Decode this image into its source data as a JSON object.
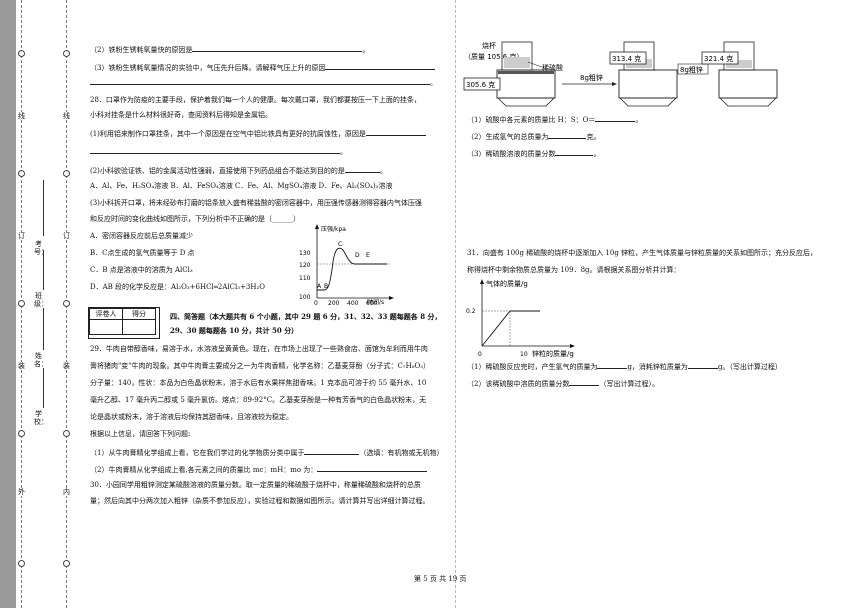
{
  "binding": {
    "outer_labels": {
      "xian": "线",
      "ding": "订",
      "zhuang": "装",
      "wai": "外",
      "dots": "○"
    },
    "inner_labels": {
      "xian": "线",
      "ding": "订",
      "zhuang": "装",
      "nei": "内"
    },
    "fields": {
      "kaohao": "考号：",
      "banji": "班级：",
      "xingming": "姓名：",
      "xuexiao": "学校："
    }
  },
  "left": {
    "q27_2": "（2）铁粉生锈耗氧量快的原因是",
    "q27_3": "（3）铁粉生锈耗氧量情况的实验中，气压先升后降。请解释气压上升的原因",
    "q28_l1": "28．口罩作为防疫的主要手段，保护着我们每一个人的健康。每次戴口罩，我们都要按压一下上面的挂条，",
    "q28_l2": "小科对挂条是什么材料很好奇，查阅资料后得知是金属铝。",
    "q28_1": "(1)利用铝来制作口罩挂条，其中一个原因是在空气中铝比铁具有更好的抗腐蚀性，原因是",
    "q28_2": "(2)小科欲验证铁、铝的金属活动性强弱，直接使用下列药品组合不能达到目的的是",
    "q28_2_opts": "A．Al、Fe、H₂SO₄溶液        B．Al、FeSO₄溶液        C．Fe、Al、MgSO₄溶液        D．Fe、Al₂(SO₄)₃溶液",
    "q28_3_l1": "(3)小科拆开口罩，将未经砂布打磨的铝条放入盛有稀盐酸的密闭容器中，用压强传感器测得容器内气体压强",
    "q28_3_l2": "和反应时间的变化曲线如图所示，下列分析中不正确的是（______）",
    "optA": "A．密闭容器反应前后总质量减少",
    "optB": "B．C点生成的氢气质量等于 D 点",
    "optC": "C．B 点是溶液中的溶质为 AlCl₃",
    "optD": "D．AB 段的化学反应是：Al₂O₃+6HCl═2AlCl₃+3H₂O",
    "score_table": {
      "h1": "评卷人",
      "h2": "得分"
    },
    "section_title_1": "四、简答题（本大题共有 6 个小题，其中 29 题 6 分，31、32、33 题每题各 8 分，",
    "section_title_2": "29、30 题每题各 10 分，共计 50 分）",
    "q29_l1": "29．牛肉自带醇香味，易溶于水，水溶液呈黄黄色。现在，在市场上出现了一些熟食店、面馆为牟利而用牛肉",
    "q29_l2": "膏将猪肉\"变\"牛肉的现象。其中牛肉膏主要成分之一为牛肉香精，化学名称：乙基麦芽酚（分子式：C₇H₈O₃）",
    "q29_l3": "分子量：140，性状：本品为白色晶状粉末，溶于水后有水果样焦甜香味。1 克本品可溶于约 55 毫升水、10",
    "q29_l4": "毫升乙醇、17 毫升丙二醇或 5 毫升氯仿。熔点：89-92°C。乙基麦芽酚是一种有芳香气的白色晶状粉末，无",
    "q29_l5": "论是晶状或粉末，溶于溶液后均保持其甜香味，且溶液较为稳定。",
    "q29_l6": "根据以上信息，请回答下列问题:",
    "q29_1": "（1）从牛肉膏精化学组成上看，它在我们学过的化学物质分类中属于",
    "q29_1_tail": "（选填：有机物或无机物）",
    "q29_2": "（2）牛肉膏精从化学组成上看,各元素之间的质量比 mc：mH：mo 为：",
    "q30_l1": "30．小园同学用粗锌测定某硫酸溶液的质量分数。取一定质量的稀硫酸于烧杯中，称量稀硫酸和烧杯的总质",
    "q30_l2": "量；然后向其中分两次加入粗锌（杂质不参加反应），实验过程和数据如图所示。请计算并写出详细计算过程。"
  },
  "right": {
    "fig_labels": {
      "beaker": "烧杯",
      "mass": "（质量 105.6 克）",
      "acid": "稀硫酸",
      "zinc1": "8g粗锌",
      "zinc2": "8g粗锌",
      "r1": "305.6 克",
      "r2": "313.4 克",
      "r3": "321.4 克"
    },
    "q30_1": "（1）硫酸中各元素的质量比 H：S：O＝",
    "q30_2": "（2）生成氢气的总质量为",
    "q30_2_unit": "克。",
    "q30_3": "（3）稀硫酸溶液的质量分数",
    "q31_l1": "31．向盛有 100g 稀硫酸的烧杯中逐渐加入 10g 锌粒，产生气体质量与锌粒质量的关系如图所示；充分反应后，",
    "q31_l2": "称得烧杯中剩余物质总质量为 109．8g。请根据关系图分析并计算：",
    "q31_1": "（1）稀硫酸反应完时，产生氢气的质量为",
    "q31_1_mid": "g，消耗锌粒质量为",
    "q31_1_tail": "g。（写出计算过程）",
    "q31_2": "（2）该稀硫酸中溶质的质量分数",
    "q31_2_tail": "（写出计算过程）。"
  },
  "pressure_chart": {
    "ylabel": "压强/kpa",
    "xlabel": "时间/s",
    "y_ticks": [
      "130",
      "120",
      "110",
      "100"
    ],
    "x_ticks": [
      "0",
      "200",
      "400",
      "600"
    ],
    "points": [
      "A",
      "B",
      "C",
      "D",
      "E"
    ]
  },
  "gas_chart": {
    "ylabel": "气体的质量/g",
    "xlabel": "锌粒的质量/g",
    "y_ticks": [
      "0.2"
    ],
    "x_ticks": [
      "0",
      "10"
    ]
  },
  "footer": {
    "page": "第 5 页 共 19 页"
  }
}
